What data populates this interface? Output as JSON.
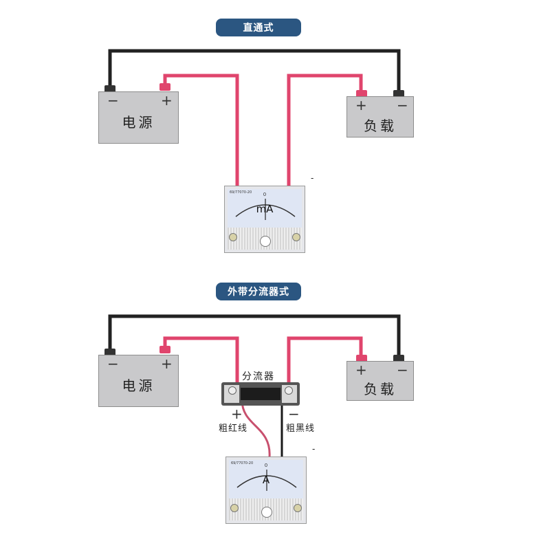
{
  "section1": {
    "title": "直通式",
    "source": {
      "name": "电源",
      "neg": "−",
      "pos": "+"
    },
    "load": {
      "name": "负载",
      "pos": "+",
      "neg": "−"
    },
    "meter": {
      "unit": "mA",
      "zero": "0",
      "model": "69/77070-20"
    },
    "side_mark": "-"
  },
  "section2": {
    "title": "外带分流器式",
    "source": {
      "name": "电源",
      "neg": "−",
      "pos": "+"
    },
    "load": {
      "name": "负载",
      "pos": "+",
      "neg": "−"
    },
    "shunt": {
      "name": "分流器"
    },
    "red_wire": {
      "sign": "+",
      "label": "粗红线"
    },
    "black_wire": {
      "sign": "−",
      "label": "粗黑线"
    },
    "meter": {
      "unit": "A",
      "zero": "0",
      "model": "69/77070-20"
    },
    "side_mark": "-"
  },
  "colors": {
    "badge": "#2b5681",
    "red_wire": "#e0456d",
    "black_wire": "#222222",
    "box": "#c9c9cb"
  }
}
